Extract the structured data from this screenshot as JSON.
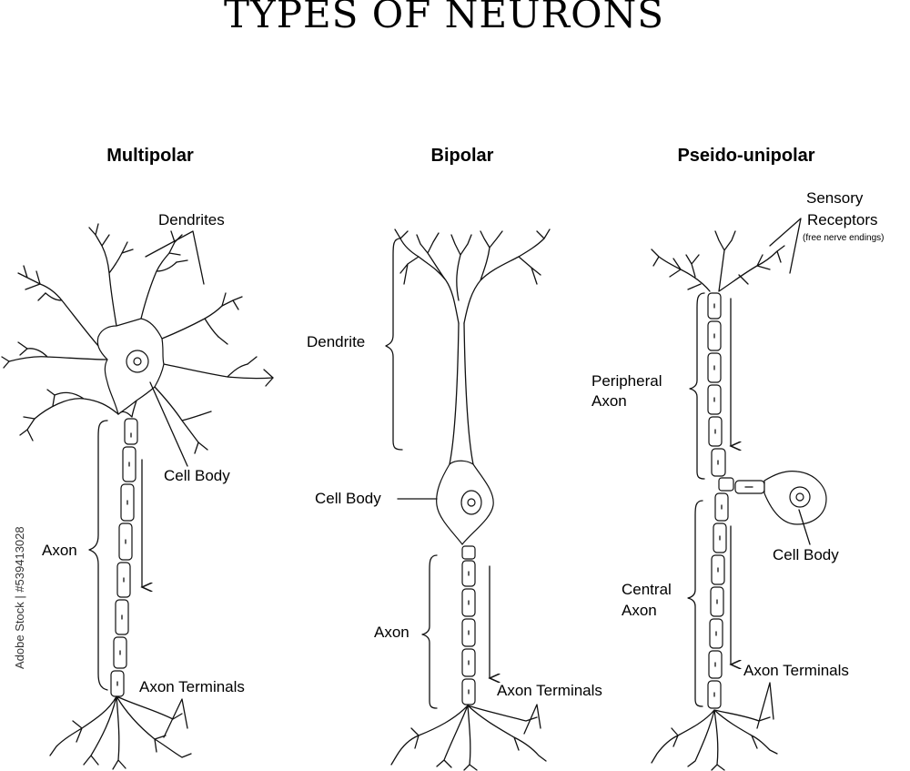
{
  "title": "TYPES OF NEURONS",
  "neurons": [
    {
      "heading": "Multipolar",
      "labels": [
        "Dendrites",
        "Cell Body",
        "Axon",
        "Axon Terminals"
      ]
    },
    {
      "heading": "Bipolar",
      "labels": [
        "Dendrite",
        "Cell Body",
        "Axon",
        "Axon Terminals"
      ]
    },
    {
      "heading": "Pseido-unipolar",
      "labels": [
        "Sensory",
        "Receptors",
        "(free nerve endings)",
        "Peripheral",
        "Axon",
        "Cell Body",
        "Central",
        "Axon",
        "Axon Terminals"
      ]
    }
  ],
  "watermark": "Adobe Stock | #539413028"
}
